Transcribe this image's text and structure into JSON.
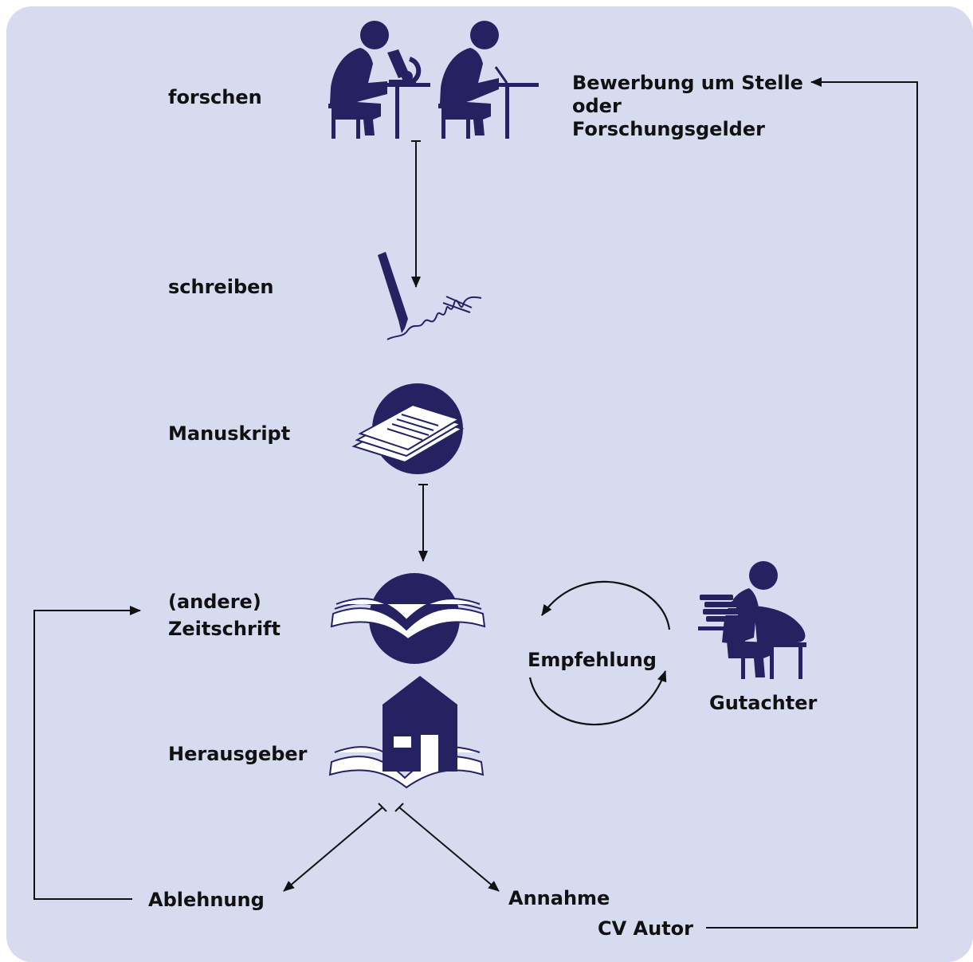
{
  "colors": {
    "background": "#d6dbf0",
    "icon_fill": "#262262",
    "arrow": "#111111",
    "text": "#111111"
  },
  "nodes": {
    "forschen": {
      "label": "forschen",
      "icon": "researchers-at-desks-icon"
    },
    "bewerbung": {
      "lines": [
        "Bewerbung um Stelle",
        "oder",
        "Forschungsgelder"
      ]
    },
    "schreiben": {
      "label": "schreiben",
      "icon": "pen-signature-icon"
    },
    "manuskript": {
      "label": "Manuskript",
      "icon": "manuscript-pages-icon"
    },
    "zeitschrift": {
      "lines": [
        "(andere)",
        "Zeitschrift"
      ],
      "icon": "open-journal-icon"
    },
    "empfehlung": {
      "label": "Empfehlung",
      "icon": "cycle-arrows-icon"
    },
    "gutachter": {
      "label": "Gutachter",
      "icon": "reviewer-with-books-icon"
    },
    "herausgeber": {
      "label": "Herausgeber",
      "icon": "publisher-house-icon"
    },
    "ablehnung": {
      "label": "Ablehnung"
    },
    "annahme": {
      "label": "Annahme"
    },
    "cv_autor": {
      "label": "CV Autor"
    }
  }
}
